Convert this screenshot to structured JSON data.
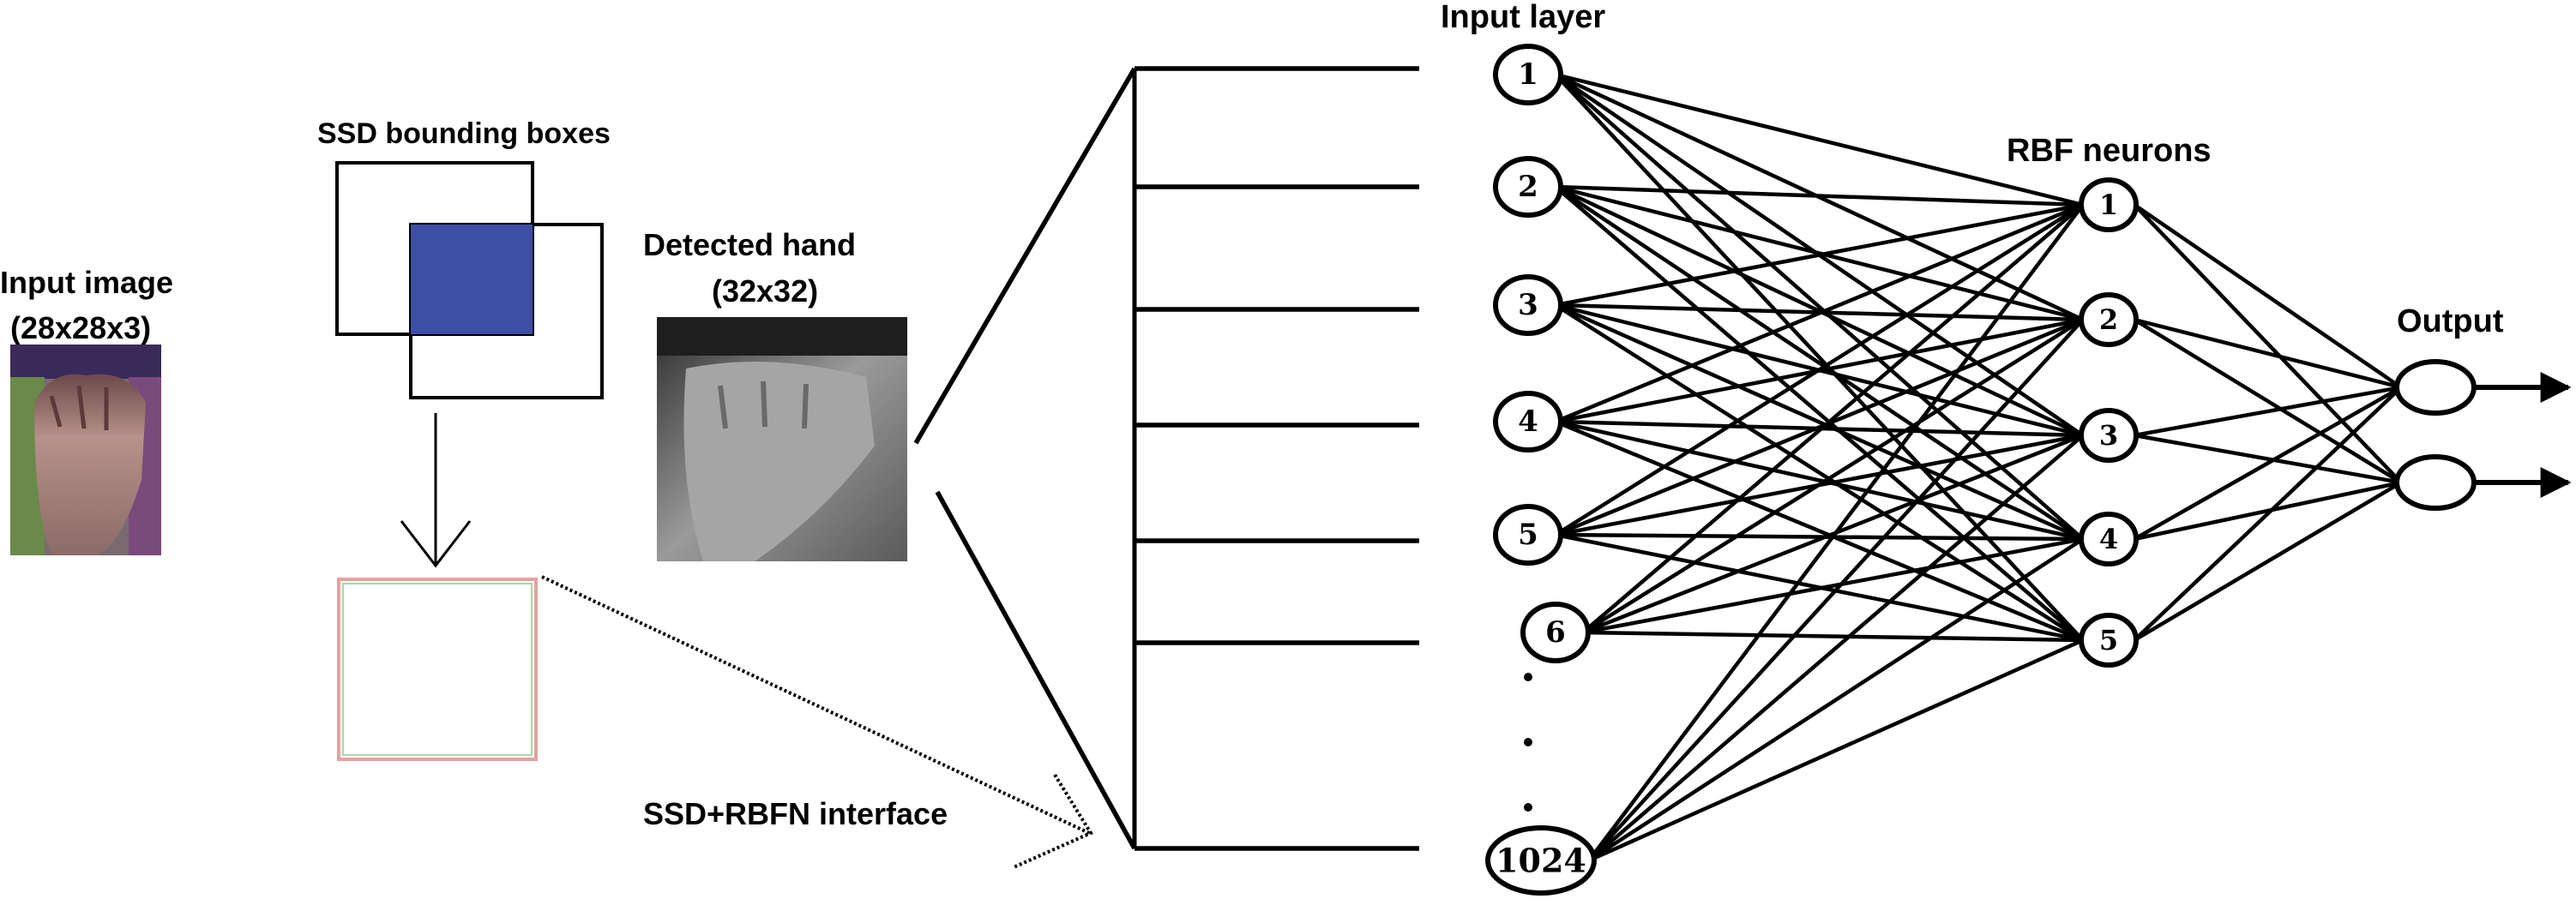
{
  "labels": {
    "input_image": "Input image",
    "input_image_dims": "(28x28x3)",
    "ssd_boxes": "SSD bounding boxes",
    "detected_hand": "Detected hand",
    "detected_hand_dims": "(32x32)",
    "interface": "SSD+RBFN interface",
    "input_layer": "Input layer",
    "rbf_neurons": "RBF neurons",
    "output": "Output"
  },
  "input_nodes": [
    "1",
    "2",
    "3",
    "4",
    "5",
    "6",
    "1024"
  ],
  "rbf_nodes": [
    "1",
    "2",
    "3",
    "4",
    "5"
  ],
  "output_count": 2,
  "colors": {
    "ssd_fill": "#3f4fa6",
    "crop_box_outer": "#e8a0a0",
    "crop_box_inner": "#a8d8a8"
  }
}
